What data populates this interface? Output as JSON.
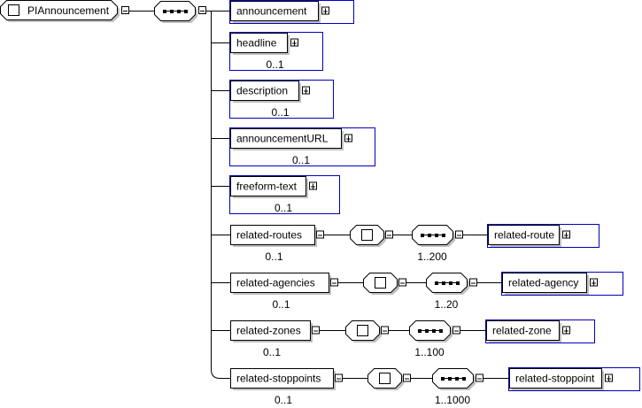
{
  "root": {
    "name": "PIAnnouncement",
    "icon": "element-icon",
    "expander": "collapse"
  },
  "root_compositor": {
    "type": "sequence",
    "icon": "sequence-icon",
    "expander": "collapse"
  },
  "children": [
    {
      "name": "announcement",
      "occurrence": "",
      "expander": "expand",
      "kind": "simple"
    },
    {
      "name": "headline",
      "occurrence": "0..1",
      "expander": "expand",
      "kind": "simple"
    },
    {
      "name": "description",
      "occurrence": "0..1",
      "expander": "expand",
      "kind": "simple"
    },
    {
      "name": "announcementURL",
      "occurrence": "0..1",
      "expander": "expand",
      "kind": "simple"
    },
    {
      "name": "freeform-text",
      "occurrence": "0..1",
      "expander": "expand",
      "kind": "simple"
    },
    {
      "name": "related-routes",
      "occurrence": "0..1",
      "expander": "collapse",
      "kind": "complex",
      "sequence_occurrence": "1..200",
      "child": {
        "name": "related-route",
        "expander": "expand"
      }
    },
    {
      "name": "related-agencies",
      "occurrence": "0..1",
      "expander": "collapse",
      "kind": "complex",
      "sequence_occurrence": "1..20",
      "child": {
        "name": "related-agency",
        "expander": "expand"
      }
    },
    {
      "name": "related-zones",
      "occurrence": "0..1",
      "expander": "collapse",
      "kind": "complex",
      "sequence_occurrence": "1..100",
      "child": {
        "name": "related-zone",
        "expander": "expand"
      }
    },
    {
      "name": "related-stoppoints",
      "occurrence": "0..1",
      "expander": "collapse",
      "kind": "complex",
      "sequence_occurrence": "1..1000",
      "child": {
        "name": "related-stoppoint",
        "expander": "expand"
      }
    }
  ],
  "colors": {
    "line": "#000000",
    "group_border": "#0000c0",
    "shadow": "#c0c0c0",
    "box_fill": "#ffffff"
  }
}
